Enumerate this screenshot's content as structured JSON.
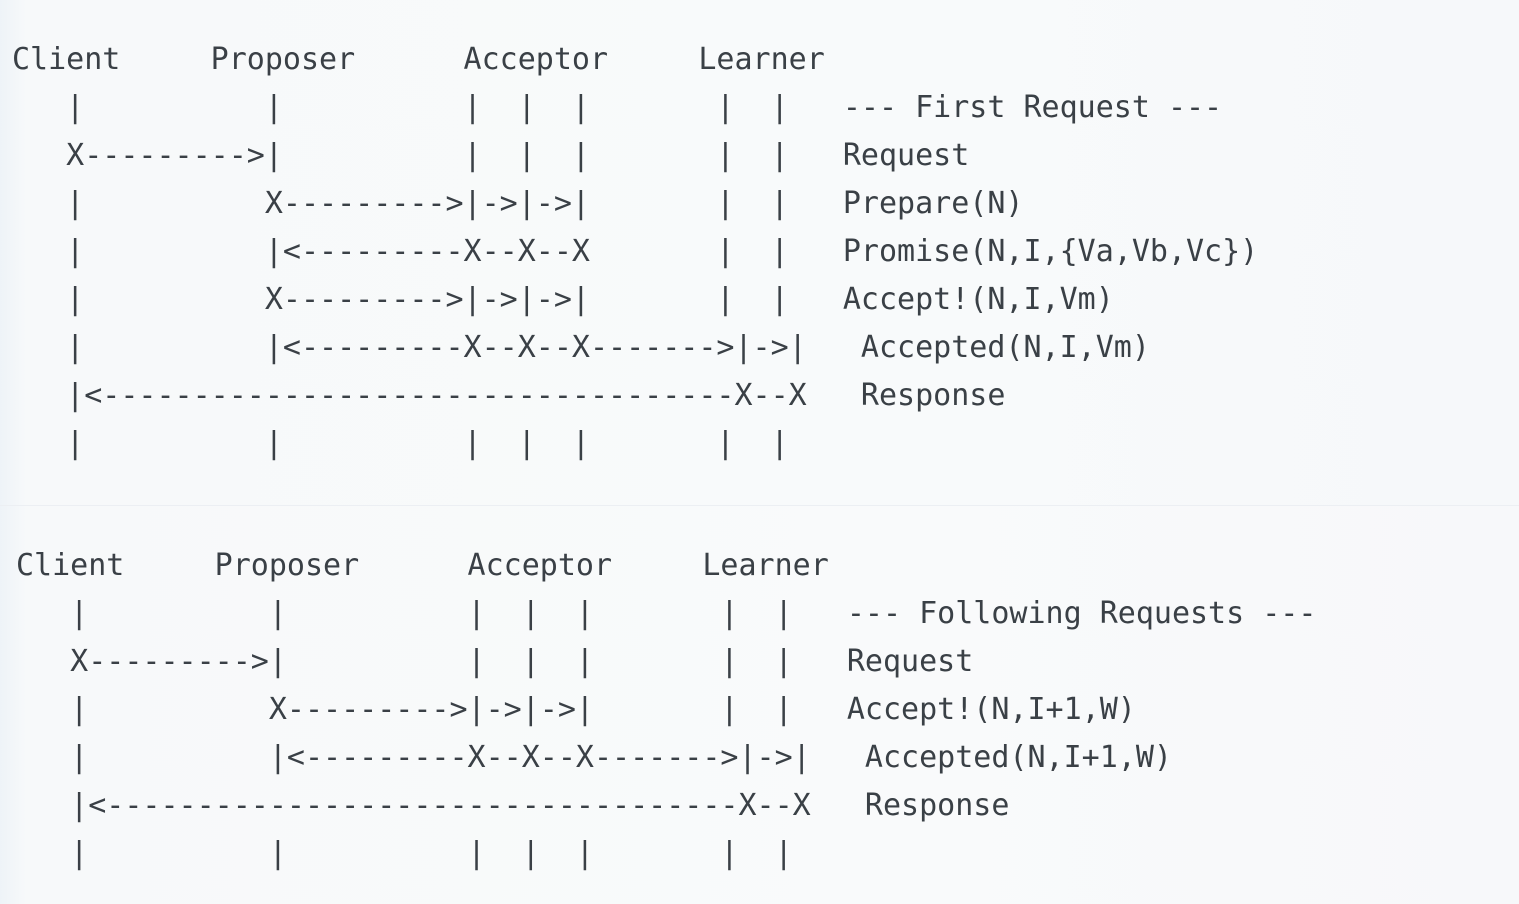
{
  "diagram": {
    "title": "Paxos protocol message flow (ASCII sequence diagram)",
    "roles": [
      "Client",
      "Proposer",
      "Acceptor",
      "Learner"
    ],
    "colors": {
      "background": "#f7f9fb",
      "background_edge_tint": "#eef3f8",
      "text": "#3a4046",
      "divider": "#eceff3"
    },
    "blocks": [
      {
        "name": "first-request",
        "section_label": "--- First Request ---",
        "header": "Client     Proposer      Acceptor     Learner",
        "messages": [
          "Request",
          "Prepare(N)",
          "Promise(N,I,{Va,Vb,Vc})",
          "Accept!(N,I,Vm)",
          "Accepted(N,I,Vm)",
          "Response"
        ],
        "art": "Client     Proposer      Acceptor     Learner\n   |          |          |  |  |       |  |   --- First Request ---\n   X--------->|          |  |  |       |  |   Request\n   |          X--------->|->|->|       |  |   Prepare(N)\n   |          |<---------X--X--X       |  |   Promise(N,I,{Va,Vb,Vc})\n   |          X--------->|->|->|       |  |   Accept!(N,I,Vm)\n   |          |<---------X--X--X------->|->|   Accepted(N,I,Vm)\n   |<-----------------------------------X--X   Response\n   |          |          |  |  |       |  |"
      },
      {
        "name": "following-requests",
        "section_label": "--- Following Requests ---",
        "header": "Client     Proposer      Acceptor     Learner",
        "messages": [
          "Request",
          "Accept!(N,I+1,W)",
          "Accepted(N,I+1,W)",
          "Response"
        ],
        "art": "Client     Proposer      Acceptor     Learner\n   |          |          |  |  |       |  |   --- Following Requests ---\n   X--------->|          |  |  |       |  |   Request\n   |          X--------->|->|->|       |  |   Accept!(N,I+1,W)\n   |          |<---------X--X--X------->|->|   Accepted(N,I+1,W)\n   |<-----------------------------------X--X   Response\n   |          |          |  |  |       |  |"
      }
    ]
  }
}
